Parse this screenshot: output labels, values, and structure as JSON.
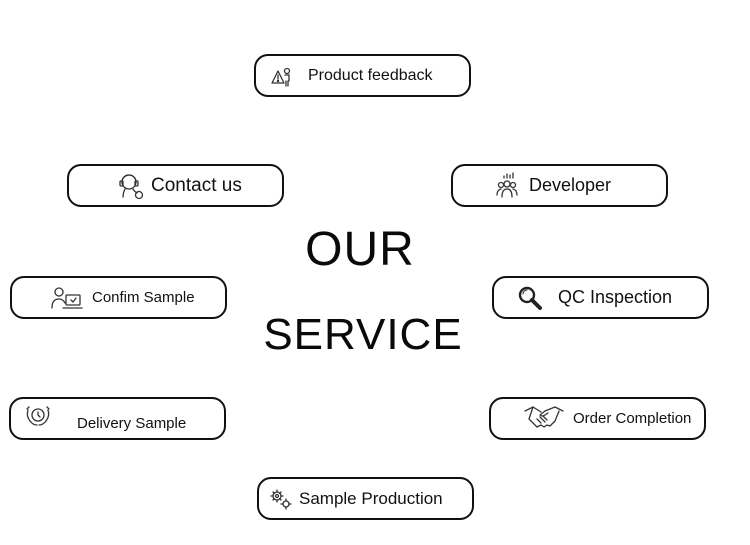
{
  "title": {
    "line1": "OUR",
    "line2": "SERVICE"
  },
  "services": {
    "product_feedback": {
      "label": "Product feedback",
      "icon": "person-alert-icon"
    },
    "contact_us": {
      "label": "Contact us",
      "icon": "headset-person-icon"
    },
    "developer": {
      "label": "Developer",
      "icon": "team-chart-icon"
    },
    "confirm_sample": {
      "label": "Confim Sample",
      "icon": "person-computer-icon"
    },
    "qc_inspection": {
      "label": "QC Inspection",
      "icon": "magnifier-icon"
    },
    "delivery_sample": {
      "label": "Delivery Sample",
      "icon": "hands-clock-icon"
    },
    "order_completion": {
      "label": "Order Completion",
      "icon": "handshake-icon"
    },
    "sample_production": {
      "label": "Sample Production",
      "icon": "gears-icon"
    }
  }
}
